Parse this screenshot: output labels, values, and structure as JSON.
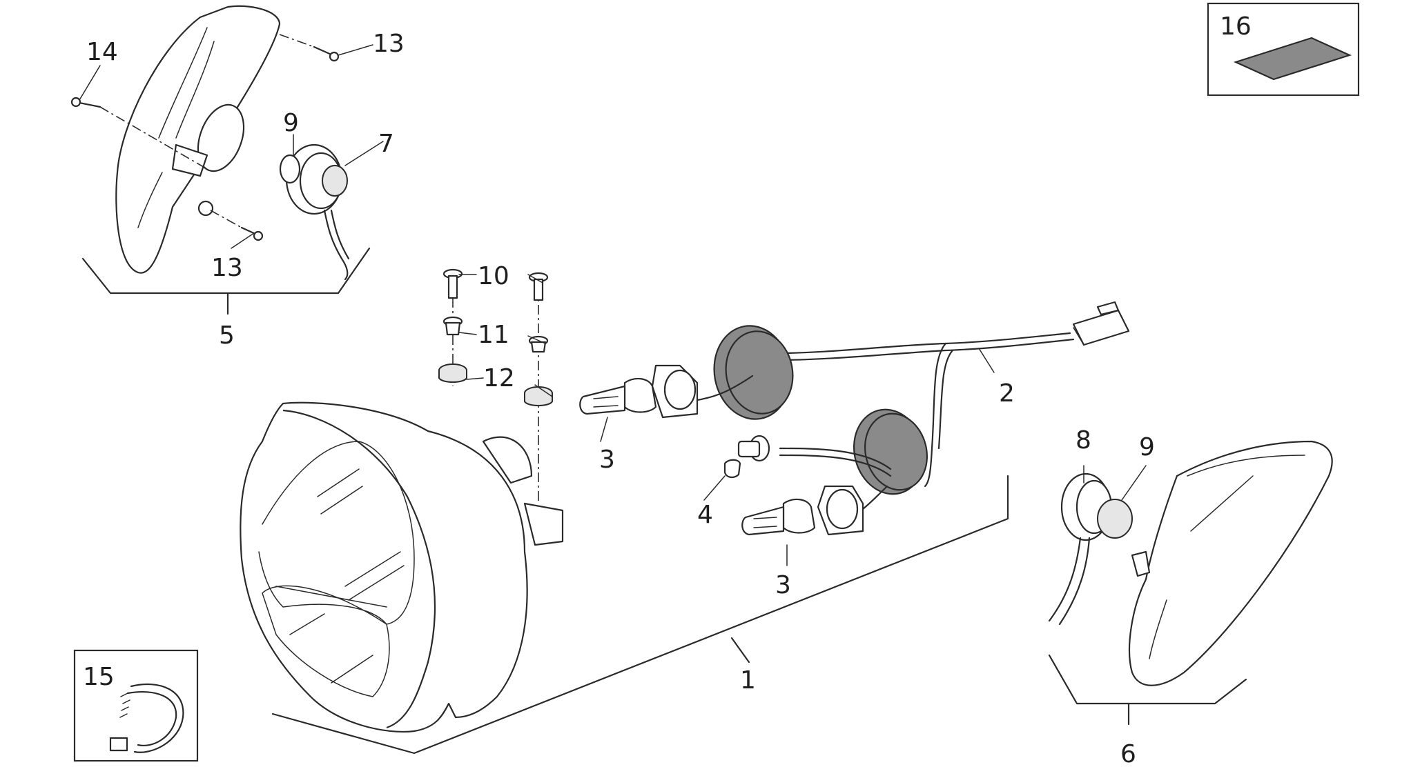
{
  "callouts": {
    "c1": "1",
    "c2": "2",
    "c3a": "3",
    "c3b": "3",
    "c4": "4",
    "c5": "5",
    "c6": "6",
    "c7": "7",
    "c8": "8",
    "c9a": "9",
    "c9b": "9",
    "c10": "10",
    "c11": "11",
    "c12": "12",
    "c13a": "13",
    "c13b": "13",
    "c14": "14",
    "c15": "15",
    "c16": "16"
  },
  "colors": {
    "line": "#2a2a2a",
    "rubber_cap": "#8a8a8a",
    "background": "#ffffff"
  }
}
